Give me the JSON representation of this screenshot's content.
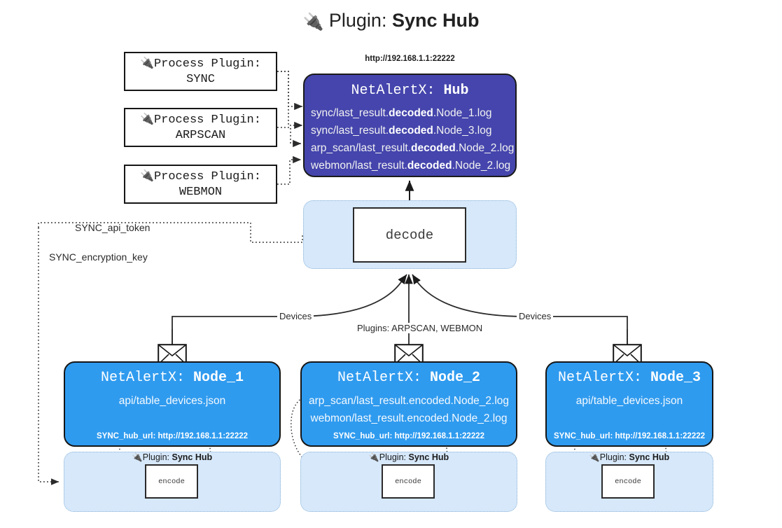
{
  "title": {
    "icon": "plug-icon",
    "prefix": "Plugin:",
    "name": "Sync Hub"
  },
  "process_plugins": [
    {
      "icon": "plug-icon",
      "line1": "Process Plugin:",
      "line2": "SYNC"
    },
    {
      "icon": "plug-icon",
      "line1": "Process Plugin:",
      "line2": "ARPSCAN"
    },
    {
      "icon": "plug-icon",
      "line1": "Process Plugin:",
      "line2": "WEBMON"
    }
  ],
  "hub": {
    "url": "http://192.168.1.1:22222",
    "title_prefix": "NetAlertX:",
    "title_name": "Hub",
    "logs": [
      {
        "pre": "sync/last_result.",
        "mid": "decoded",
        "post": ".Node_1.log"
      },
      {
        "pre": "sync/last_result.",
        "mid": "decoded",
        "post": ".Node_3.log"
      },
      {
        "pre": "arp_scan/last_result.",
        "mid": "decoded",
        "post": ".Node_2.log"
      },
      {
        "pre": "webmon/last_result.",
        "mid": "decoded",
        "post": ".Node_2.log"
      }
    ]
  },
  "decode": {
    "label": "decode"
  },
  "secrets": [
    {
      "label": "SYNC_api_token"
    },
    {
      "label": "SYNC_encryption_key"
    }
  ],
  "edge_labels": {
    "devices_left": "Devices",
    "plugins_center": "Plugins: ARPSCAN, WEBMON",
    "devices_right": "Devices"
  },
  "nodes": [
    {
      "icon": "envelope-icon",
      "title_prefix": "NetAlertX:",
      "title_name": "Node_1",
      "lines": [
        "api/table_devices.json"
      ],
      "footer": "SYNC_hub_url: http://192.168.1.1:22222"
    },
    {
      "icon": "envelope-icon",
      "title_prefix": "NetAlertX:",
      "title_name": "Node_2",
      "lines": [
        "arp_scan/last_result.encoded.Node_2.log",
        "webmon/last_result.encoded.Node_2.log"
      ],
      "footer": "SYNC_hub_url: http://192.168.1.1:22222"
    },
    {
      "icon": "envelope-icon",
      "title_prefix": "NetAlertX:",
      "title_name": "Node_3",
      "lines": [
        "api/table_devices.json"
      ],
      "footer": "SYNC_hub_url: http://192.168.1.1:22222"
    }
  ],
  "encoders": [
    {
      "icon": "plug-icon",
      "band_prefix": "Plugin:",
      "band_name": "Sync Hub",
      "label": "encode"
    },
    {
      "icon": "plug-icon",
      "band_prefix": "Plugin:",
      "band_name": "Sync Hub",
      "label": "encode"
    },
    {
      "icon": "plug-icon",
      "band_prefix": "Plugin:",
      "band_name": "Sync Hub",
      "label": "encode"
    }
  ],
  "colors": {
    "hub_fill": "#4545ad",
    "node_fill": "#2f9bef",
    "band_fill": "#d6e8fa",
    "band_stroke": "#8bb4d8",
    "stroke": "#161616"
  }
}
